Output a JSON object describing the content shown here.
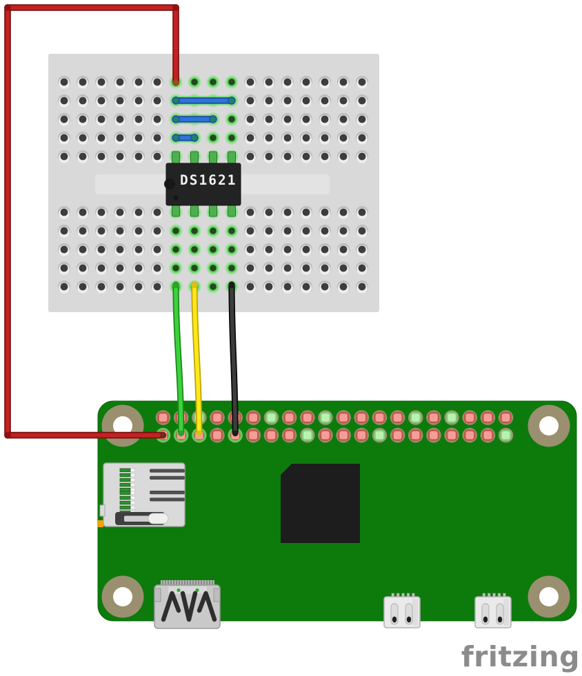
{
  "diagram": {
    "tool_watermark": "fritzing"
  },
  "breadboard": {
    "rows": 10,
    "columns": 17,
    "highlighted_columns": [
      7,
      8,
      9,
      10
    ],
    "jumpers": [
      {
        "row": 2,
        "from_col": 7,
        "to_col": 10,
        "color_name": "blue"
      },
      {
        "row": 3,
        "from_col": 7,
        "to_col": 9,
        "color_name": "blue"
      },
      {
        "row": 4,
        "from_col": 7,
        "to_col": 8,
        "color_name": "blue"
      }
    ]
  },
  "chip": {
    "label": "DS1621",
    "pins_per_side": 4
  },
  "raspberry_pi": {
    "gpio": {
      "rows": 2,
      "columns": 20,
      "top_row_green_columns": [
        3,
        7,
        10,
        15,
        17
      ],
      "bottom_row_green_columns": [
        9,
        13,
        20
      ],
      "bottom_row_wire_columns": {
        "red": 1,
        "green": 2,
        "yellow": 3,
        "black": 5
      }
    }
  },
  "wires": [
    {
      "name": "red-wire",
      "color": "#c32222",
      "edge": "#7a0c0c",
      "cap": "#8e1212",
      "route": "breadboard col7 row1 / around left / pi pin col1 bottom"
    },
    {
      "name": "green-wire",
      "color": "#3cd23c",
      "edge": "#1b8a1b",
      "cap": "#2ba32b",
      "route": "breadboard col7 row10 / pi pin col2 bottom"
    },
    {
      "name": "yellow-wire",
      "color": "#ffe81a",
      "edge": "#bea408",
      "cap": "#d7c214",
      "route": "breadboard col8 row10 / pi pin col3 bottom"
    },
    {
      "name": "black-wire",
      "color": "#3d3d3d",
      "edge": "#0a0a0a",
      "cap": "#1c1c1c",
      "route": "breadboard col10 row10 / pi pin col5 bottom"
    }
  ],
  "colors": {
    "board_green": "#0c7b0c",
    "breadboard_gray": "#d9d9d9",
    "channel_gray": "#e3e3e3",
    "highlight_green": "#58d058",
    "jumper_blue": "#2f74da",
    "pin_tan": "#9a9070",
    "pad_pink": "#f79d97",
    "pad_green": "#b9f2ae",
    "logo_gray": "#8b8b8b"
  }
}
